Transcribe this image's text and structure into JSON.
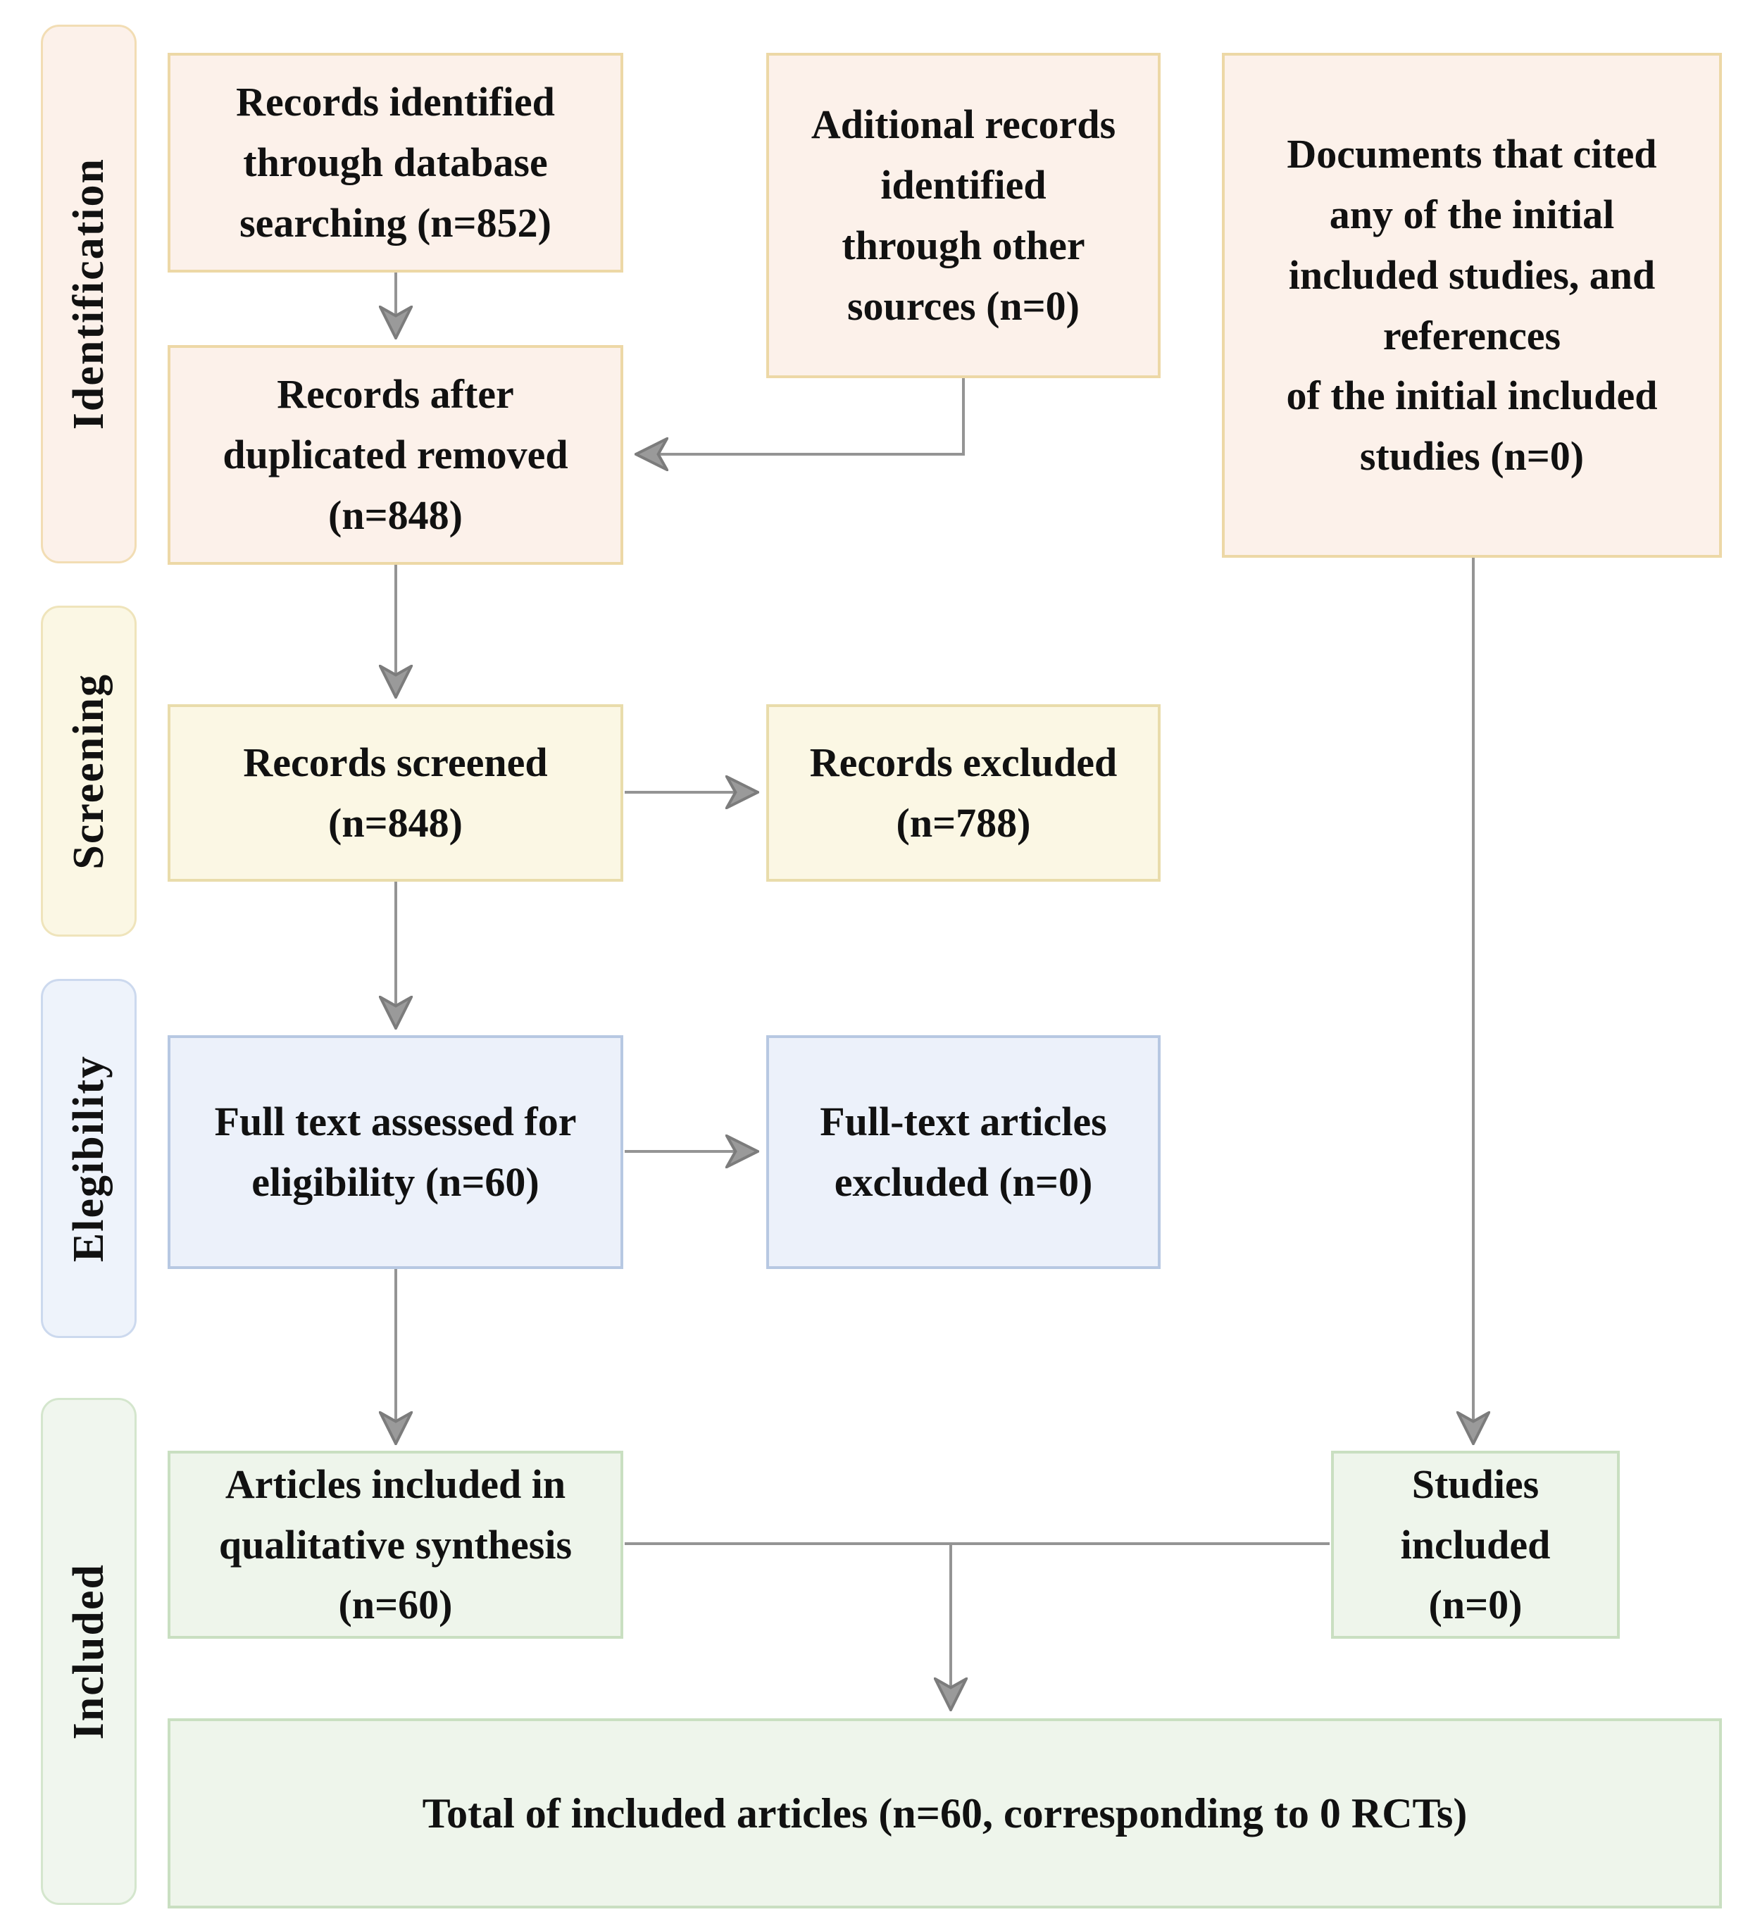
{
  "diagram": {
    "stages": [
      {
        "label": "Identification"
      },
      {
        "label": "Screening"
      },
      {
        "label": "Elegibility"
      },
      {
        "label": "Included"
      }
    ],
    "boxes": {
      "records_identified": {
        "text": "Records identified\nthrough database\nsearching (n=852)",
        "n": 852
      },
      "additional_records": {
        "text": "Aditional records\nidentified\nthrough other\nsources (n=0)",
        "n": 0
      },
      "documents_cited": {
        "text": "Documents that cited\nany of the initial\nincluded studies, and\nreferences\nof the initial included\nstudies (n=0)",
        "n": 0
      },
      "records_after_dedup": {
        "text": "Records after\nduplicated removed\n(n=848)",
        "n": 848
      },
      "records_screened": {
        "text": "Records screened\n(n=848)",
        "n": 848
      },
      "records_excluded": {
        "text": "Records excluded\n(n=788)",
        "n": 788
      },
      "full_text_assessed": {
        "text": "Full text assessed for\neligibility (n=60)",
        "n": 60
      },
      "full_text_excluded": {
        "text": "Full-text articles\nexcluded (n=0)",
        "n": 0
      },
      "articles_included": {
        "text": "Articles included in\nqualitative synthesis\n(n=60)",
        "n": 60
      },
      "studies_included": {
        "text": "Studies\nincluded\n(n=0)",
        "n": 0
      },
      "total_included": {
        "text": "Total of included articles (n=60, corresponding to 0 RCTs)",
        "n": 60,
        "rcts": 0
      }
    },
    "palette": {
      "identification_bg": "#fcf1ea",
      "identification_border": "#edd8a6",
      "screening_bg": "#fbf7e4",
      "screening_border": "#e9dcab",
      "eligibility_bg": "#ecf1fa",
      "eligibility_border": "#b7c8e2",
      "included_bg": "#eef5eb",
      "included_border": "#c9dfc1",
      "arrow": "#949494",
      "text": "#111111"
    }
  }
}
